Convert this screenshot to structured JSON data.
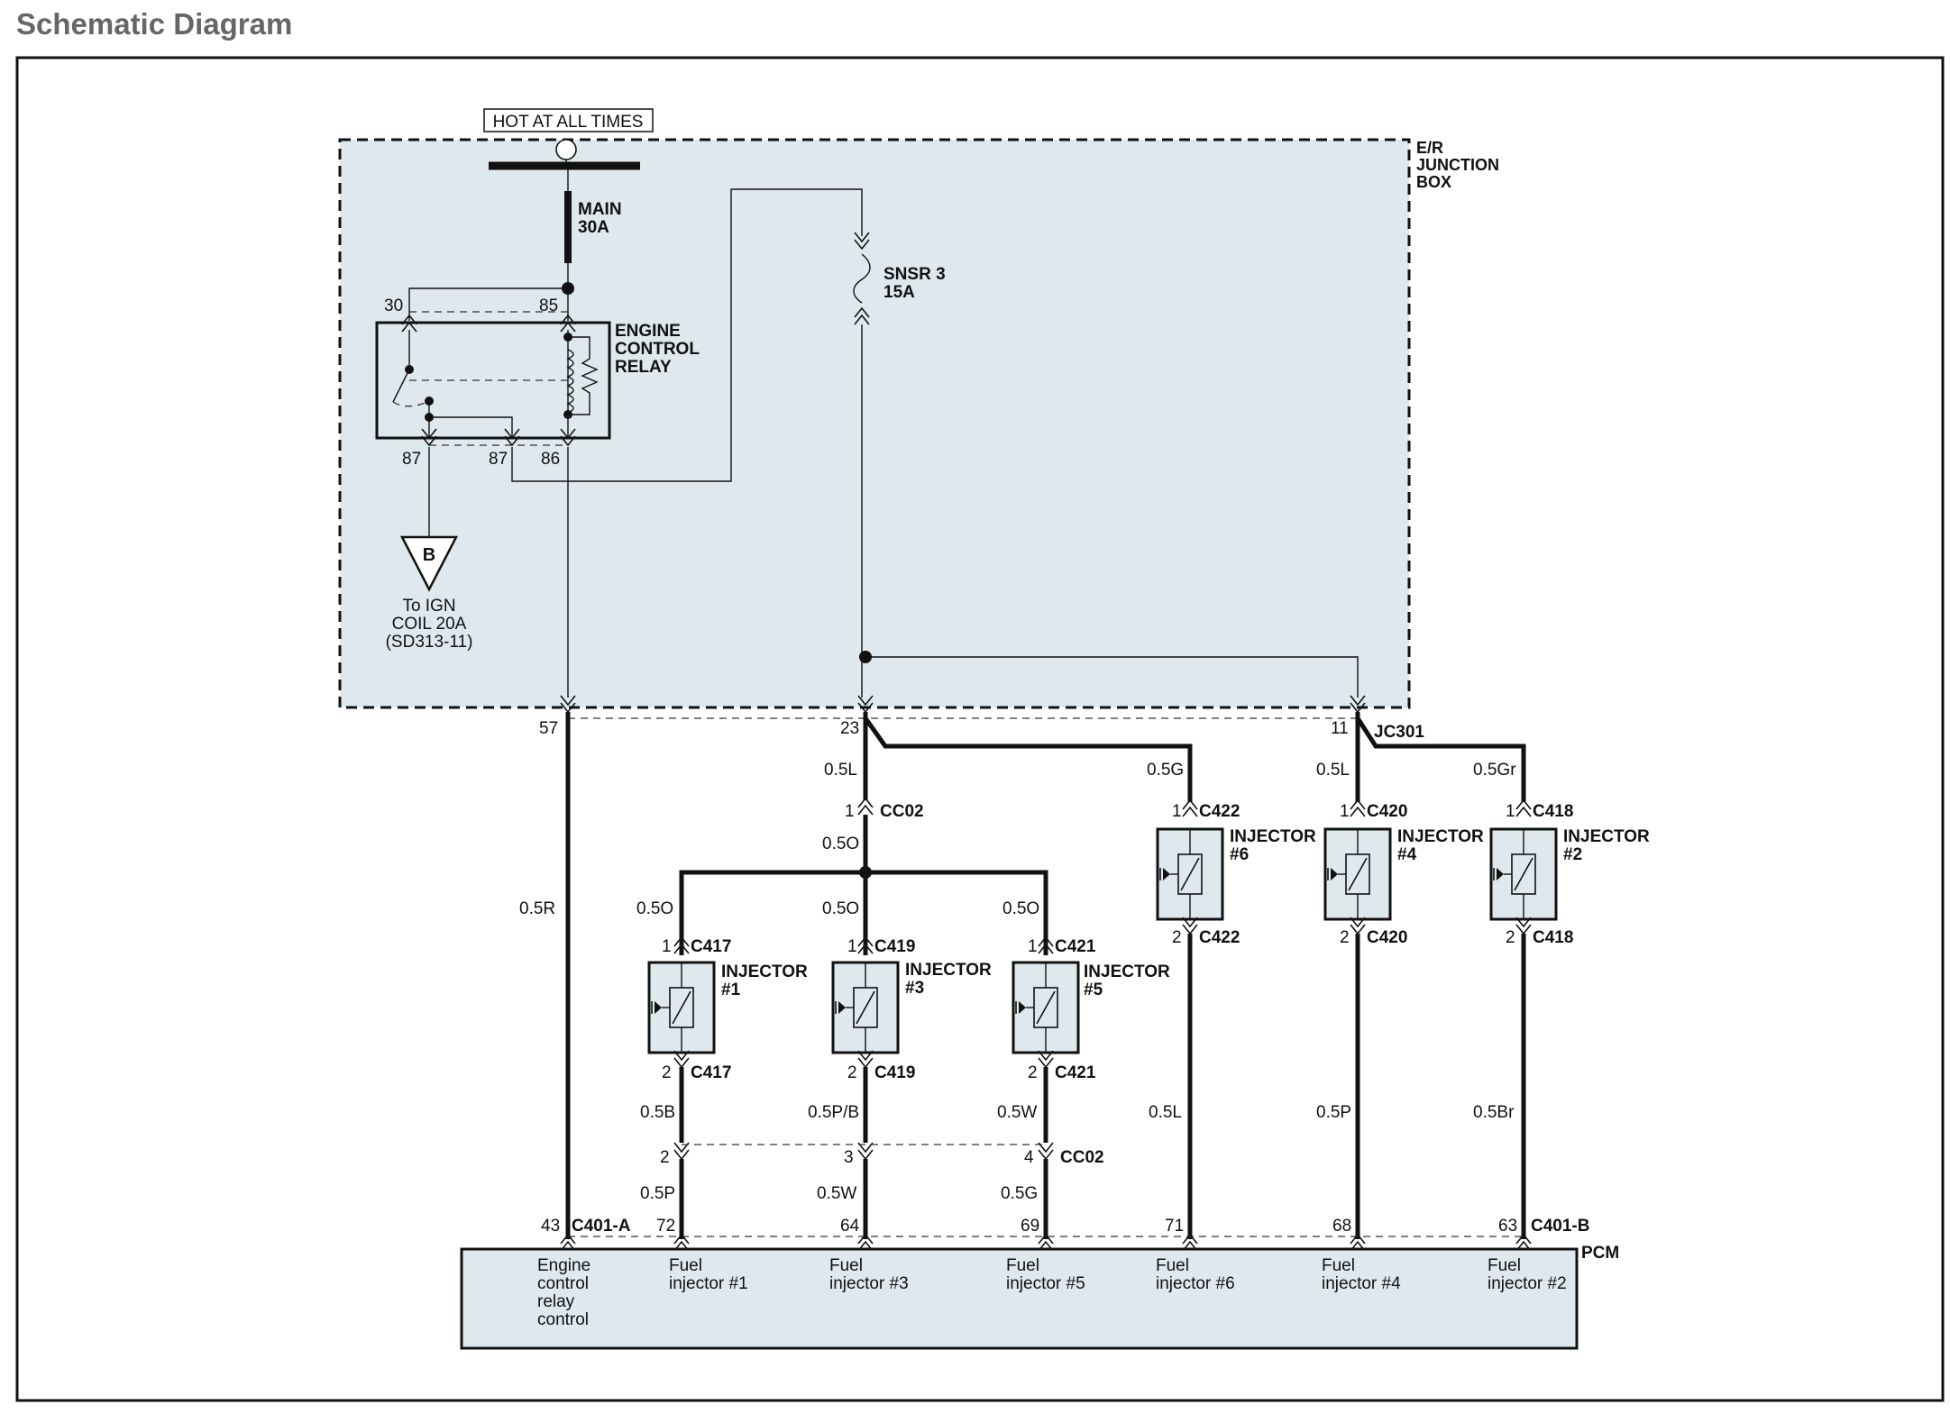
{
  "page": {
    "title": "Schematic Diagram"
  },
  "colors": {
    "junction_box_fill": "#dfe9ed",
    "component_fill": "#dfe9ed",
    "wire": "#111111",
    "title": "#666666"
  },
  "power": {
    "hot_label": "HOT AT ALL TIMES",
    "fuse_main": {
      "name": "MAIN",
      "rating": "30A"
    },
    "fuse_snsr": {
      "name": "SNSR  3",
      "rating": "15A"
    },
    "junction_box": {
      "line1": "E/R",
      "line2": "JUNCTION",
      "line3": "BOX"
    }
  },
  "relay": {
    "line1": "ENGINE",
    "line2": "CONTROL",
    "line3": "RELAY",
    "pins": {
      "p30": "30",
      "p85": "85",
      "p87a": "87",
      "p87b": "87",
      "p86": "86"
    }
  },
  "ign_ref": {
    "badge": "B",
    "line1": "To IGN",
    "line2": "COIL 20A",
    "line3": "(SD313-11)"
  },
  "harness": {
    "pin57": "57",
    "pin23": "23",
    "pin11": "11",
    "jc301": "JC301",
    "w_05R": "0.5R",
    "w_05L_main": "0.5L",
    "w_05O_main": "0.5O",
    "w_05G": "0.5G",
    "w_05L_c420": "0.5L",
    "w_05Gr": "0.5Gr",
    "cc02": "CC02",
    "cc02_pin1": "1",
    "cc02b_pin2": "2",
    "cc02b_pin3": "3",
    "cc02b_pin4": "4",
    "cc02b": "CC02"
  },
  "injectors": [
    {
      "label1": "INJECTOR",
      "label2": "#1",
      "conn": "C417",
      "pin_top": "1",
      "pin_bot": "2",
      "wire_in": "0.5O",
      "wire_out": "0.5B",
      "wire_pcm": "0.5P",
      "pcm_pin": "72"
    },
    {
      "label1": "INJECTOR",
      "label2": "#3",
      "conn": "C419",
      "pin_top": "1",
      "pin_bot": "2",
      "wire_in": "0.5O",
      "wire_out": "0.5P/B",
      "wire_pcm": "0.5W",
      "pcm_pin": "64"
    },
    {
      "label1": "INJECTOR",
      "label2": "#5",
      "conn": "C421",
      "pin_top": "1",
      "pin_bot": "2",
      "wire_in": "0.5O",
      "wire_out": "0.5W",
      "wire_pcm": "0.5G",
      "pcm_pin": "69"
    },
    {
      "label1": "INJECTOR",
      "label2": "#6",
      "conn": "C422",
      "pin_top": "1",
      "pin_bot": "2",
      "wire_out": "0.5L",
      "pcm_pin": "71"
    },
    {
      "label1": "INJECTOR",
      "label2": "#4",
      "conn": "C420",
      "pin_top": "1",
      "pin_bot": "2",
      "wire_out": "0.5P",
      "pcm_pin": "68"
    },
    {
      "label1": "INJECTOR",
      "label2": "#2",
      "conn": "C418",
      "pin_top": "1",
      "pin_bot": "2",
      "wire_out": "0.5Br",
      "pcm_pin": "63"
    }
  ],
  "pcm": {
    "name": "PCM",
    "conn_a": "C401-A",
    "conn_b": "C401-B",
    "pin43": "43",
    "erc_1": "Engine",
    "erc_2": "control",
    "erc_3": "relay",
    "erc_4": "control",
    "fuel": "Fuel",
    "inj1": "injector #1",
    "inj3": "injector #3",
    "inj5": "injector #5",
    "inj6": "injector #6",
    "inj4": "injector #4",
    "inj2": "injector #2"
  }
}
